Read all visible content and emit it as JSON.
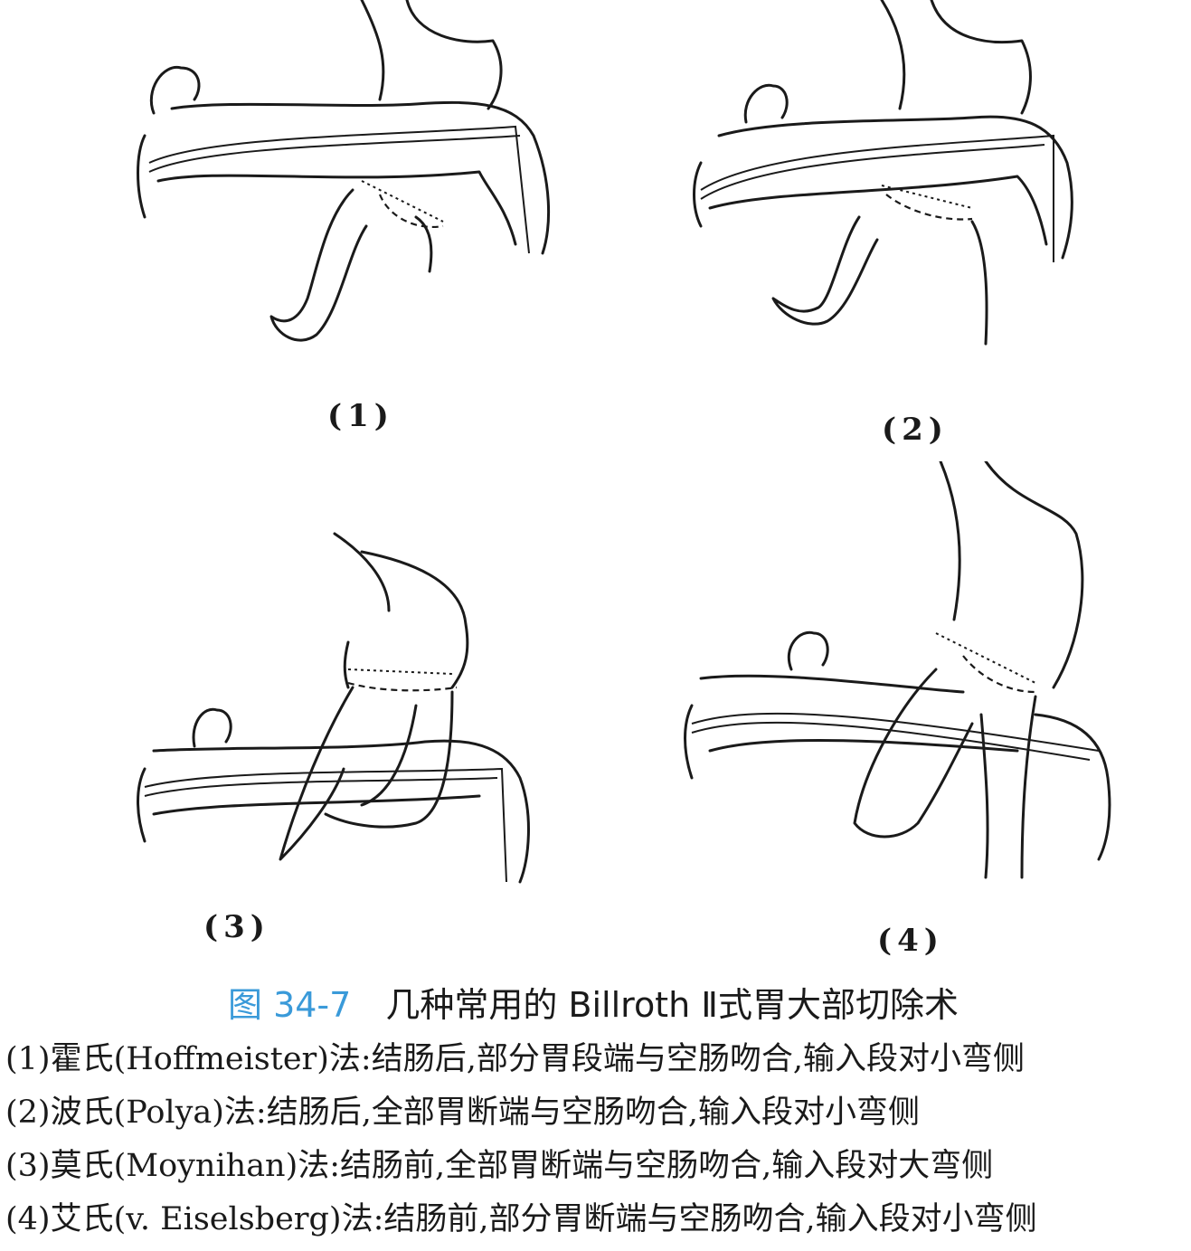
{
  "panels": [
    {
      "label": "(1)"
    },
    {
      "label": "(2)"
    },
    {
      "label": "(3)"
    },
    {
      "label": "(4)"
    }
  ],
  "caption": {
    "figure_number": "图 34-7",
    "title": "几种常用的 Billroth Ⅱ式胃大部切除术"
  },
  "legend": [
    "(1)霍氏(Hoffmeister)法:结肠后,部分胃段端与空肠吻合,输入段对小弯侧",
    "(2)波氏(Polya)法:结肠后,全部胃断端与空肠吻合,输入段对小弯侧",
    "(3)莫氏(Moynihan)法:结肠前,全部胃断端与空肠吻合,输入段对大弯侧",
    "(4)艾氏(v. Eiselsberg)法:结肠前,部分胃断端与空肠吻合,输入段对小弯侧"
  ]
}
